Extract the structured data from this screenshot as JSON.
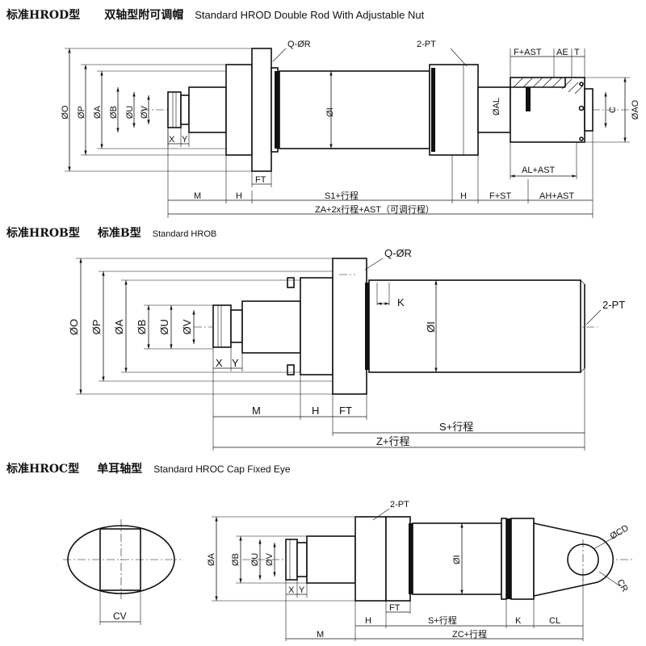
{
  "sections": [
    {
      "cn_title": "标准HROD型",
      "cn_subtitle": "双轴型附可调帽",
      "en_title": "Standard HROD  Double Rod With Adjustable Nut",
      "labels": {
        "q_r": "Q-ØR",
        "pt": "2-PT",
        "f_ast": "F+AST",
        "ae": "AE",
        "t": "T",
        "phi_o": "ØO",
        "phi_p": "ØP",
        "phi_a": "ØA",
        "phi_b": "ØB",
        "phi_u": "ØU",
        "phi_v": "ØV",
        "phi_i": "ØI",
        "phi_al": "ØAL",
        "c": "C",
        "phi_ao": "ØAO",
        "x": "X",
        "y": "Y",
        "ft": "FT",
        "al_ast": "AL+AST",
        "m": "M",
        "h": "H",
        "s1": "S1+行程",
        "h2": "H",
        "f_st": "F+ST",
        "ah_ast": "AH+AST",
        "za": "ZA+2x行程+AST（可调行程）"
      }
    },
    {
      "cn_title": "标准HROB型",
      "cn_subtitle": "标准B型",
      "en_title": "Standard HROB",
      "labels": {
        "q_r": "Q-ØR",
        "k": "K",
        "pt": "2-PT",
        "phi_o": "ØO",
        "phi_p": "ØP",
        "phi_a": "ØA",
        "phi_b": "ØB",
        "phi_u": "ØU",
        "phi_v": "ØV",
        "phi_i": "ØI",
        "x": "X",
        "y": "Y",
        "m": "M",
        "h": "H",
        "ft": "FT",
        "s": "S+行程",
        "z": "Z+行程"
      }
    },
    {
      "cn_title": "标准HROC型",
      "cn_subtitle": "单耳轴型",
      "en_title": "Standard HROC Cap Fixed Eye",
      "labels": {
        "pt": "2-PT",
        "phi_cd": "ØCD",
        "cr": "CR",
        "cv": "CV",
        "phi_a": "ØA",
        "phi_b": "ØB",
        "phi_u": "ØU",
        "phi_v": "ØV",
        "phi_i": "ØI",
        "x": "X",
        "y": "Y",
        "m": "M",
        "h": "H",
        "ft": "FT",
        "s": "S+行程",
        "k": "K",
        "cl": "CL",
        "zc": "ZC+行程"
      }
    }
  ]
}
